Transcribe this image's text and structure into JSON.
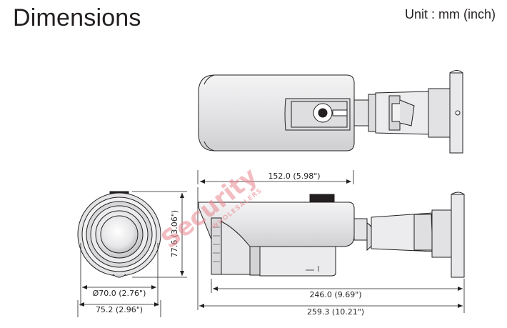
{
  "header": {
    "title": "Dimensions",
    "unit": "Unit : mm (inch)"
  },
  "watermark": {
    "line1": "Security",
    "line2": "WHOLESALERS"
  },
  "dimensions": {
    "top_view_length": "152.0 (5.98\")",
    "front_height": "77.6 (3.06\")",
    "front_diameter": "Ø70.0 (2.76\")",
    "front_width": "75.2 (2.96\")",
    "side_length_body": "246.0 (9.69\")",
    "side_length_total": "259.3 (10.21\")"
  },
  "colors": {
    "line": "#231f20",
    "body_fill": "#e9e9eb",
    "shade_fill": "#d3d3d6",
    "watermark": "#e8878f"
  }
}
